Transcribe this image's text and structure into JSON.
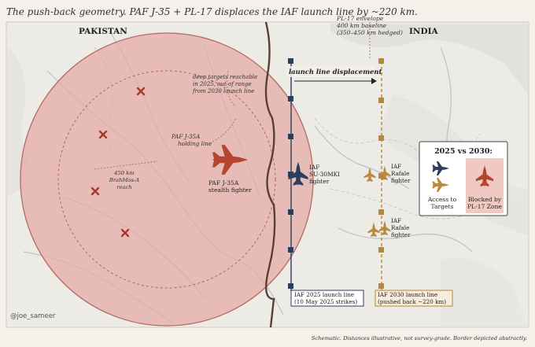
{
  "title": "The push-back geometry. PAF J-35 + PL-17 displaces the IAF launch line by ~220 km.",
  "regions": {
    "left": "PAKISTAN",
    "right": "INDIA"
  },
  "annotations": {
    "pl17_envelope": [
      "PL-17 envelope",
      "400 km baseline",
      "(350–450 km hedged)"
    ],
    "launch_displacement": "launch line displacement",
    "deep_targets": [
      "deep targets reachable",
      "in 2025, out of range",
      "from 2030 launch line"
    ],
    "holding_line": [
      "PAF J-35A",
      "holding line"
    ],
    "stealth_fighter": [
      "PAF J-35A",
      "stealth fighter"
    ],
    "brahmos": [
      "450 km",
      "BrahMos-A",
      "reach"
    ],
    "su30": [
      "IAF",
      "SU-30MKI",
      "fighter"
    ],
    "rafale_upper": [
      "IAF",
      "Rafale",
      "fighter"
    ],
    "rafale_lower": [
      "IAF",
      "Rafale",
      "fighter"
    ]
  },
  "legend": {
    "title": "2025 vs 2030:",
    "access": [
      "Access to",
      "Targets"
    ],
    "blocked": [
      "Blocked by",
      "PL-17 Zone"
    ]
  },
  "launch_lines": {
    "line_2025": [
      "IAF 2025 launch line",
      "(10 May 2025 strikes)"
    ],
    "line_2030": [
      "IAF 2030 launch line",
      "(pushed back ~220 km)"
    ]
  },
  "credit": "@joe_sameer",
  "footnote": "Schematic. Distances illustrative, not survey-grade. Border depicted abstractly.",
  "colors": {
    "zone_fill": "#e4a9a3",
    "zone_stroke": "#b66a64",
    "line_2025": "#2c3e5c",
    "line_2030": "#b5883f",
    "jet_red": "#b5452f",
    "jet_navy": "#2c3e5c",
    "jet_gold": "#b98a3e",
    "target_x": "#a53a30"
  },
  "icons": [
    "target-x-icon",
    "jet-icon"
  ]
}
